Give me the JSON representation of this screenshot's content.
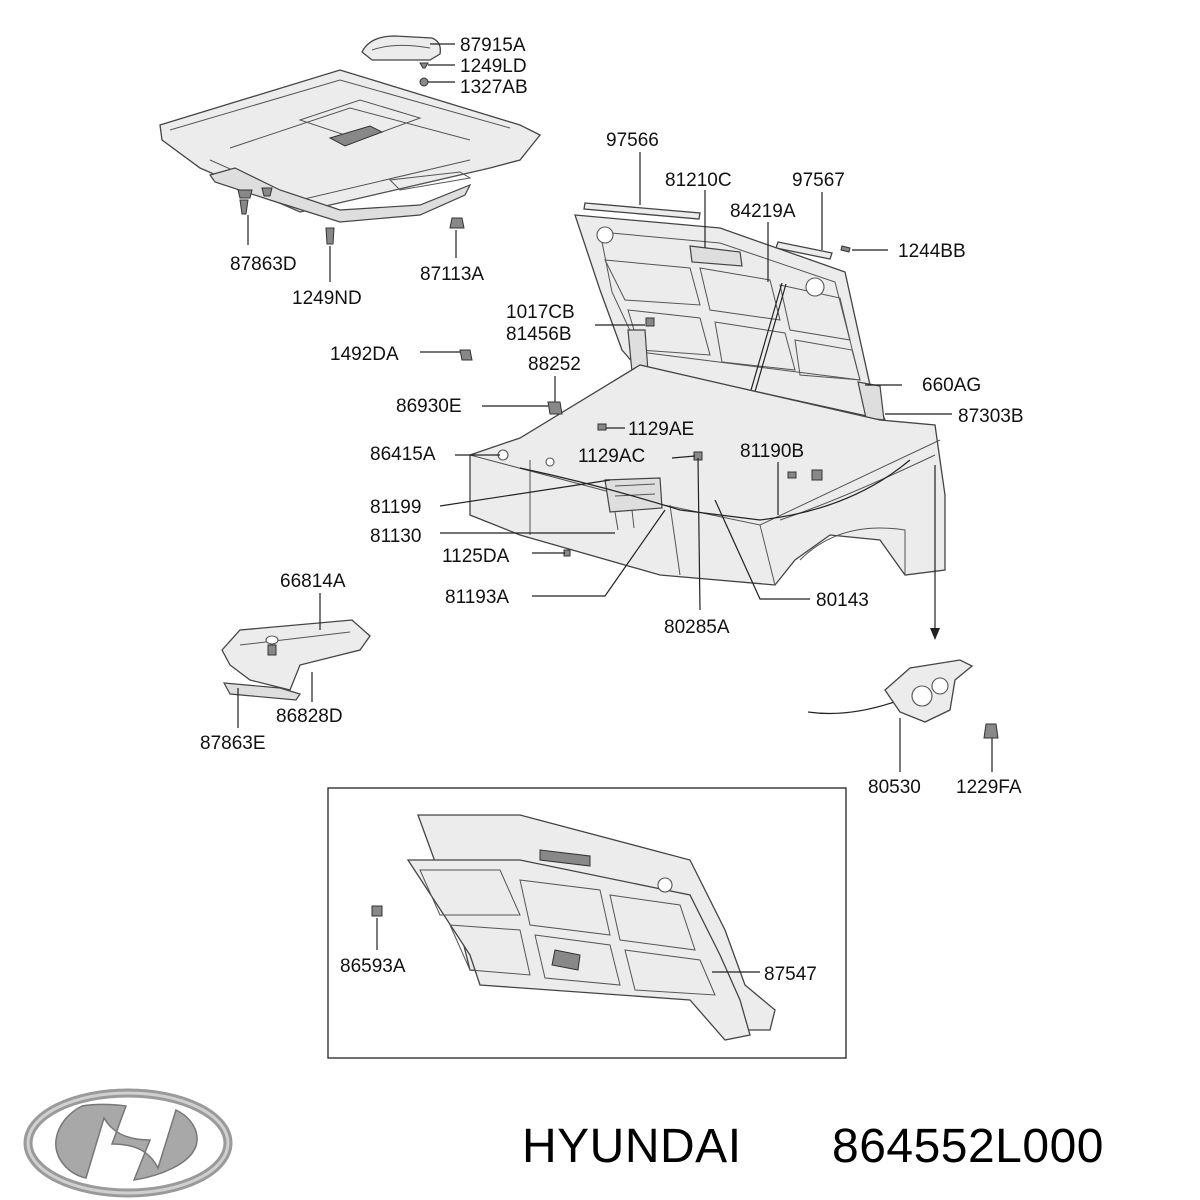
{
  "labels": {
    "p87915A": "87915A",
    "p1249LD": "1249LD",
    "p1327AB": "1327AB",
    "p97566": "97566",
    "p81210C": "81210C",
    "p97567": "97567",
    "p84219A": "84219A",
    "p1244BB": "1244BB",
    "p87863D": "87863D",
    "p87113A": "87113A",
    "p1249ND": "1249ND",
    "p1017CB": "1017CB",
    "p81456B": "81456B",
    "p1492DA": "1492DA",
    "p88252": "88252",
    "p660AG": "660AG",
    "p86930E": "86930E",
    "p87303B": "87303B",
    "p1129AE": "1129AE",
    "p86415A": "86415A",
    "p1129AC": "1129AC",
    "p81190B": "81190B",
    "p81199": "81199",
    "p81130": "81130",
    "p1125DA": "1125DA",
    "p81193A": "81193A",
    "p80143": "80143",
    "p80285A": "80285A",
    "p66814A": "66814A",
    "p86828D": "86828D",
    "p87863E": "87863E",
    "p80530": "80530",
    "p1229FA": "1229FA",
    "p86593A": "86593A",
    "p87547": "87547"
  },
  "brand": {
    "name": "HYUNDAI",
    "part_number": "864552L000",
    "logo_icon": "hyundai-logo-icon"
  }
}
